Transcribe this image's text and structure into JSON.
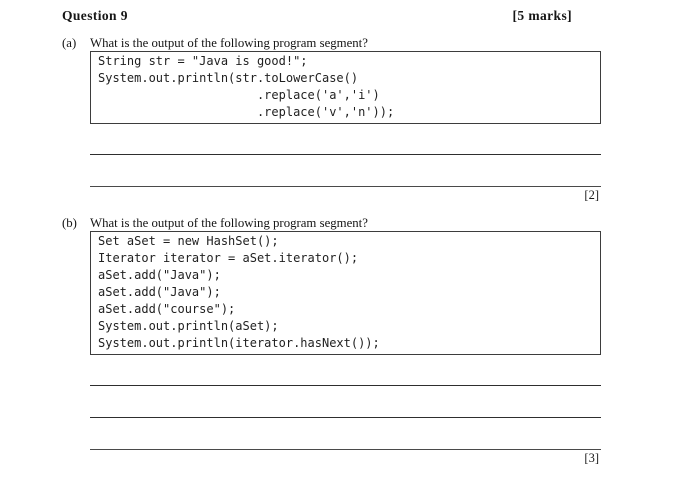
{
  "header": {
    "title": "Question 9",
    "total_marks": "[5 marks]"
  },
  "parts": [
    {
      "label": "(a)",
      "question": "What is the output of the following program segment?",
      "code_lines": [
        "String str = \"Java is good!\";",
        "System.out.println(str.toLowerCase()",
        "                      .replace('a','i')",
        "                      .replace('v','n'));"
      ],
      "answer_line_count": 2,
      "marks": "[2]"
    },
    {
      "label": "(b)",
      "question": "What is the output of the following program segment?",
      "code_lines": [
        "Set aSet = new HashSet();",
        "Iterator iterator = aSet.iterator();",
        "aSet.add(\"Java\");",
        "aSet.add(\"Java\");",
        "aSet.add(\"course\");",
        "System.out.println(aSet);",
        "System.out.println(iterator.hasNext());"
      ],
      "answer_line_count": 3,
      "marks": "[3]"
    }
  ]
}
